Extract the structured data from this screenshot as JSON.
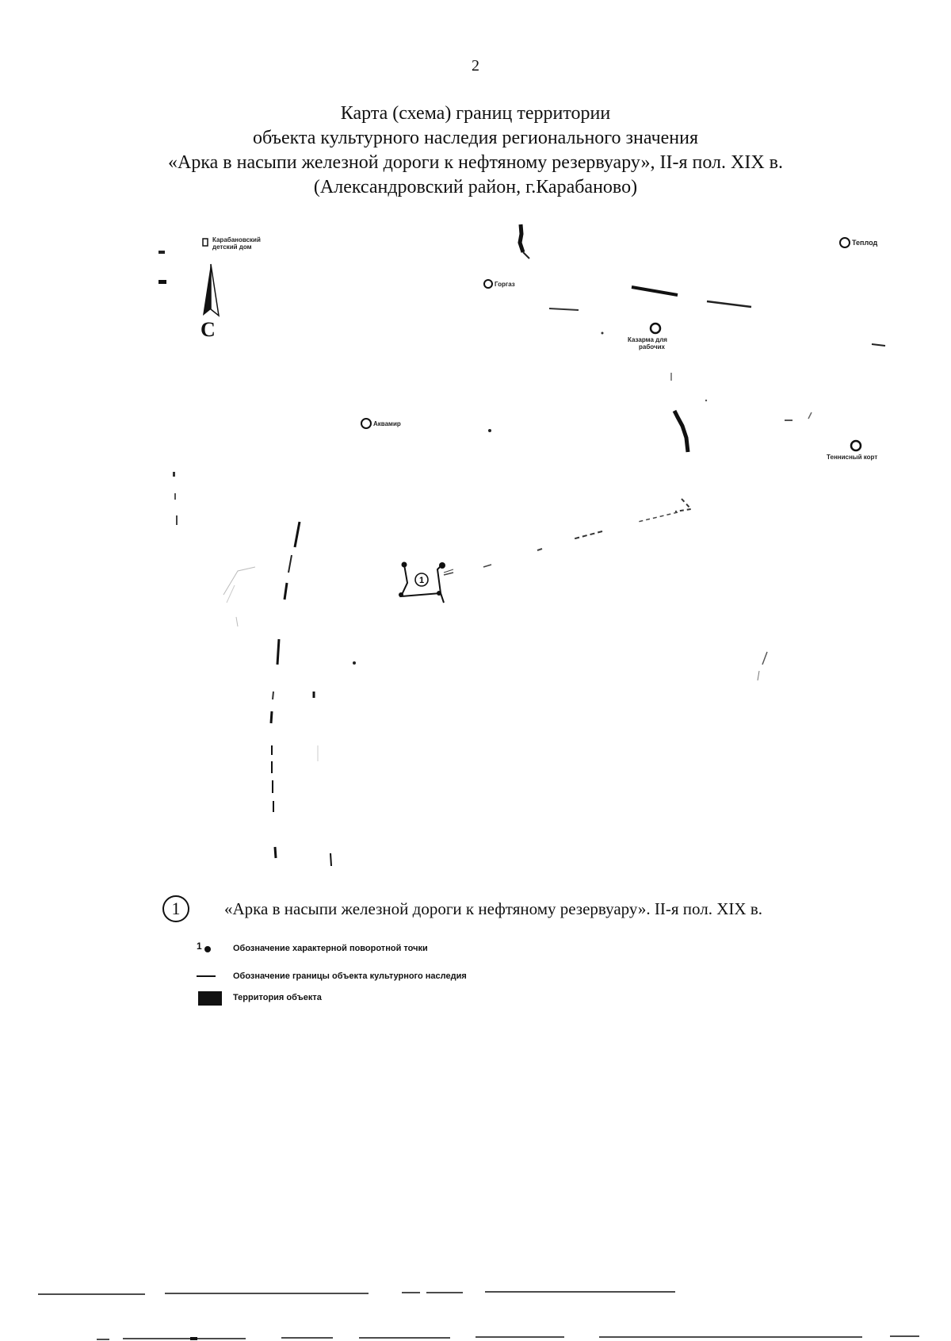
{
  "page_number": "2",
  "title_lines": [
    "Карта (схема) границ территории",
    "объекта культурного наследия регионального значения",
    "«Арка в насыпи железной дороги к нефтяному резервуару», II-я пол. XIX в.",
    "(Александровский район, г.Карабаново)"
  ],
  "north_letter": "С",
  "map_labels": {
    "orphanage_1": "Карабановский",
    "orphanage_2": "детский дом",
    "teplod": "Теплод",
    "gorgaz": "Горгаз",
    "barracks_1": "Казарма для",
    "barracks_2": "рабочих",
    "akvamir": "Аквамир",
    "tennis": "Теннисный корт",
    "marker_number": "1"
  },
  "object_caption": {
    "number": "1",
    "text": "«Арка в насыпи железной дороги к нефтяному резервуару». II-я пол. XIX в."
  },
  "legend": {
    "point": "Обозначение характерной поворотной точки",
    "boundary": "Обозначение границы объекта культурного наследия",
    "territory": "Территория объекта"
  }
}
